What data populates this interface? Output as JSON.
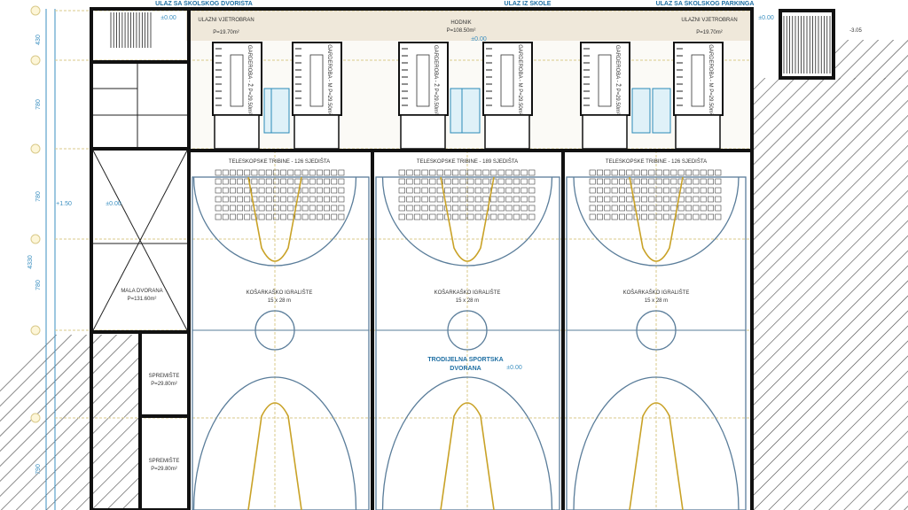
{
  "entrances": {
    "left": "ULAZ SA ŠKOLSKOG DVORIŠTA",
    "center": "ULAZ IZ ŠKOLE",
    "right": "ULAZ SA ŠKOLSKOG PARKINGA"
  },
  "rooms": {
    "vestibule_left": {
      "name": "ULAZNI VJETROBRAN",
      "area": "P=19.70m²"
    },
    "vestibule_right": {
      "name": "ULAZNI VJETROBRAN",
      "area": "P=19.70m²"
    },
    "corridor": {
      "name": "HODNIK",
      "area": "P=108.50m²"
    },
    "locker_f": "GARDEROBA - Ž",
    "locker_m": "GARDEROBA - M",
    "locker_area": "P=29.50m²",
    "small_hall": {
      "name": "MALA DVORANA",
      "area": "P=131.60m²"
    },
    "storage_1": {
      "name": "SPREMIŠTE",
      "area": "P=29.80m²"
    },
    "storage_2": {
      "name": "SPREMIŠTE",
      "area": "P=29.80m²"
    }
  },
  "tribunes": [
    "TELESKOPSKE TRIBINE - 126 SJEDIŠTA",
    "TELESKOPSKE TRIBINE - 189 SJEDIŠTA",
    "TELESKOPSKE TRIBINE - 126 SJEDIŠTA"
  ],
  "courts": [
    {
      "name": "KOŠARKAŠKO IGRALIŠTE",
      "size": "15 x 28 m"
    },
    {
      "name": "KOŠARKAŠKO IGRALIŠTE",
      "size": "15 x 28 m"
    },
    {
      "name": "KOŠARKAŠKO IGRALIŠTE",
      "size": "15 x 28 m"
    }
  ],
  "main_hall": {
    "line1": "TRODIJELNA SPORTSKA",
    "line2": "DVORANA",
    "level": "±0.00"
  },
  "levels": {
    "top_left": "±0.00",
    "corridor": "±0.00",
    "top_right": "±0.00",
    "outside": "-3.05",
    "left_outer": "+1.50",
    "left_inner": "±0.00"
  },
  "dimensions": [
    "430",
    "780",
    "780",
    "4330",
    "780",
    "790"
  ],
  "colors": {
    "wall": "#111111",
    "court_line": "#5a7d9a",
    "key_line": "#c9a227",
    "dimension": "#3b8fc0",
    "entrance_band": "#efe8da"
  }
}
